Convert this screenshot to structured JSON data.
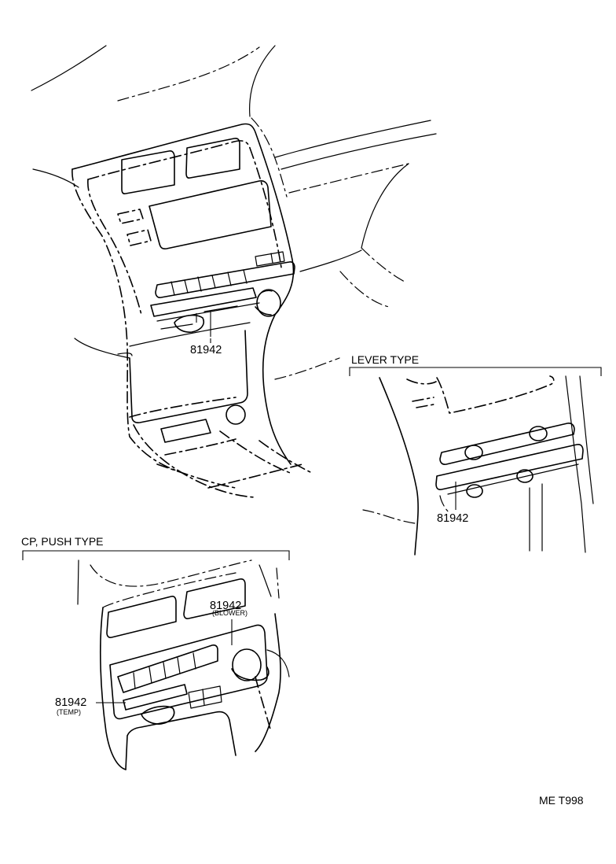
{
  "main_view": {
    "part_label": "81942"
  },
  "lever_type": {
    "title": "LEVER TYPE",
    "part_label": "81942"
  },
  "push_type": {
    "title": "CP, PUSH TYPE",
    "blower_label": "81942",
    "blower_sub": "(BLOWER)",
    "temp_label": "81942",
    "temp_sub": "(TEMP)"
  },
  "footer": {
    "code": "ME T998"
  }
}
